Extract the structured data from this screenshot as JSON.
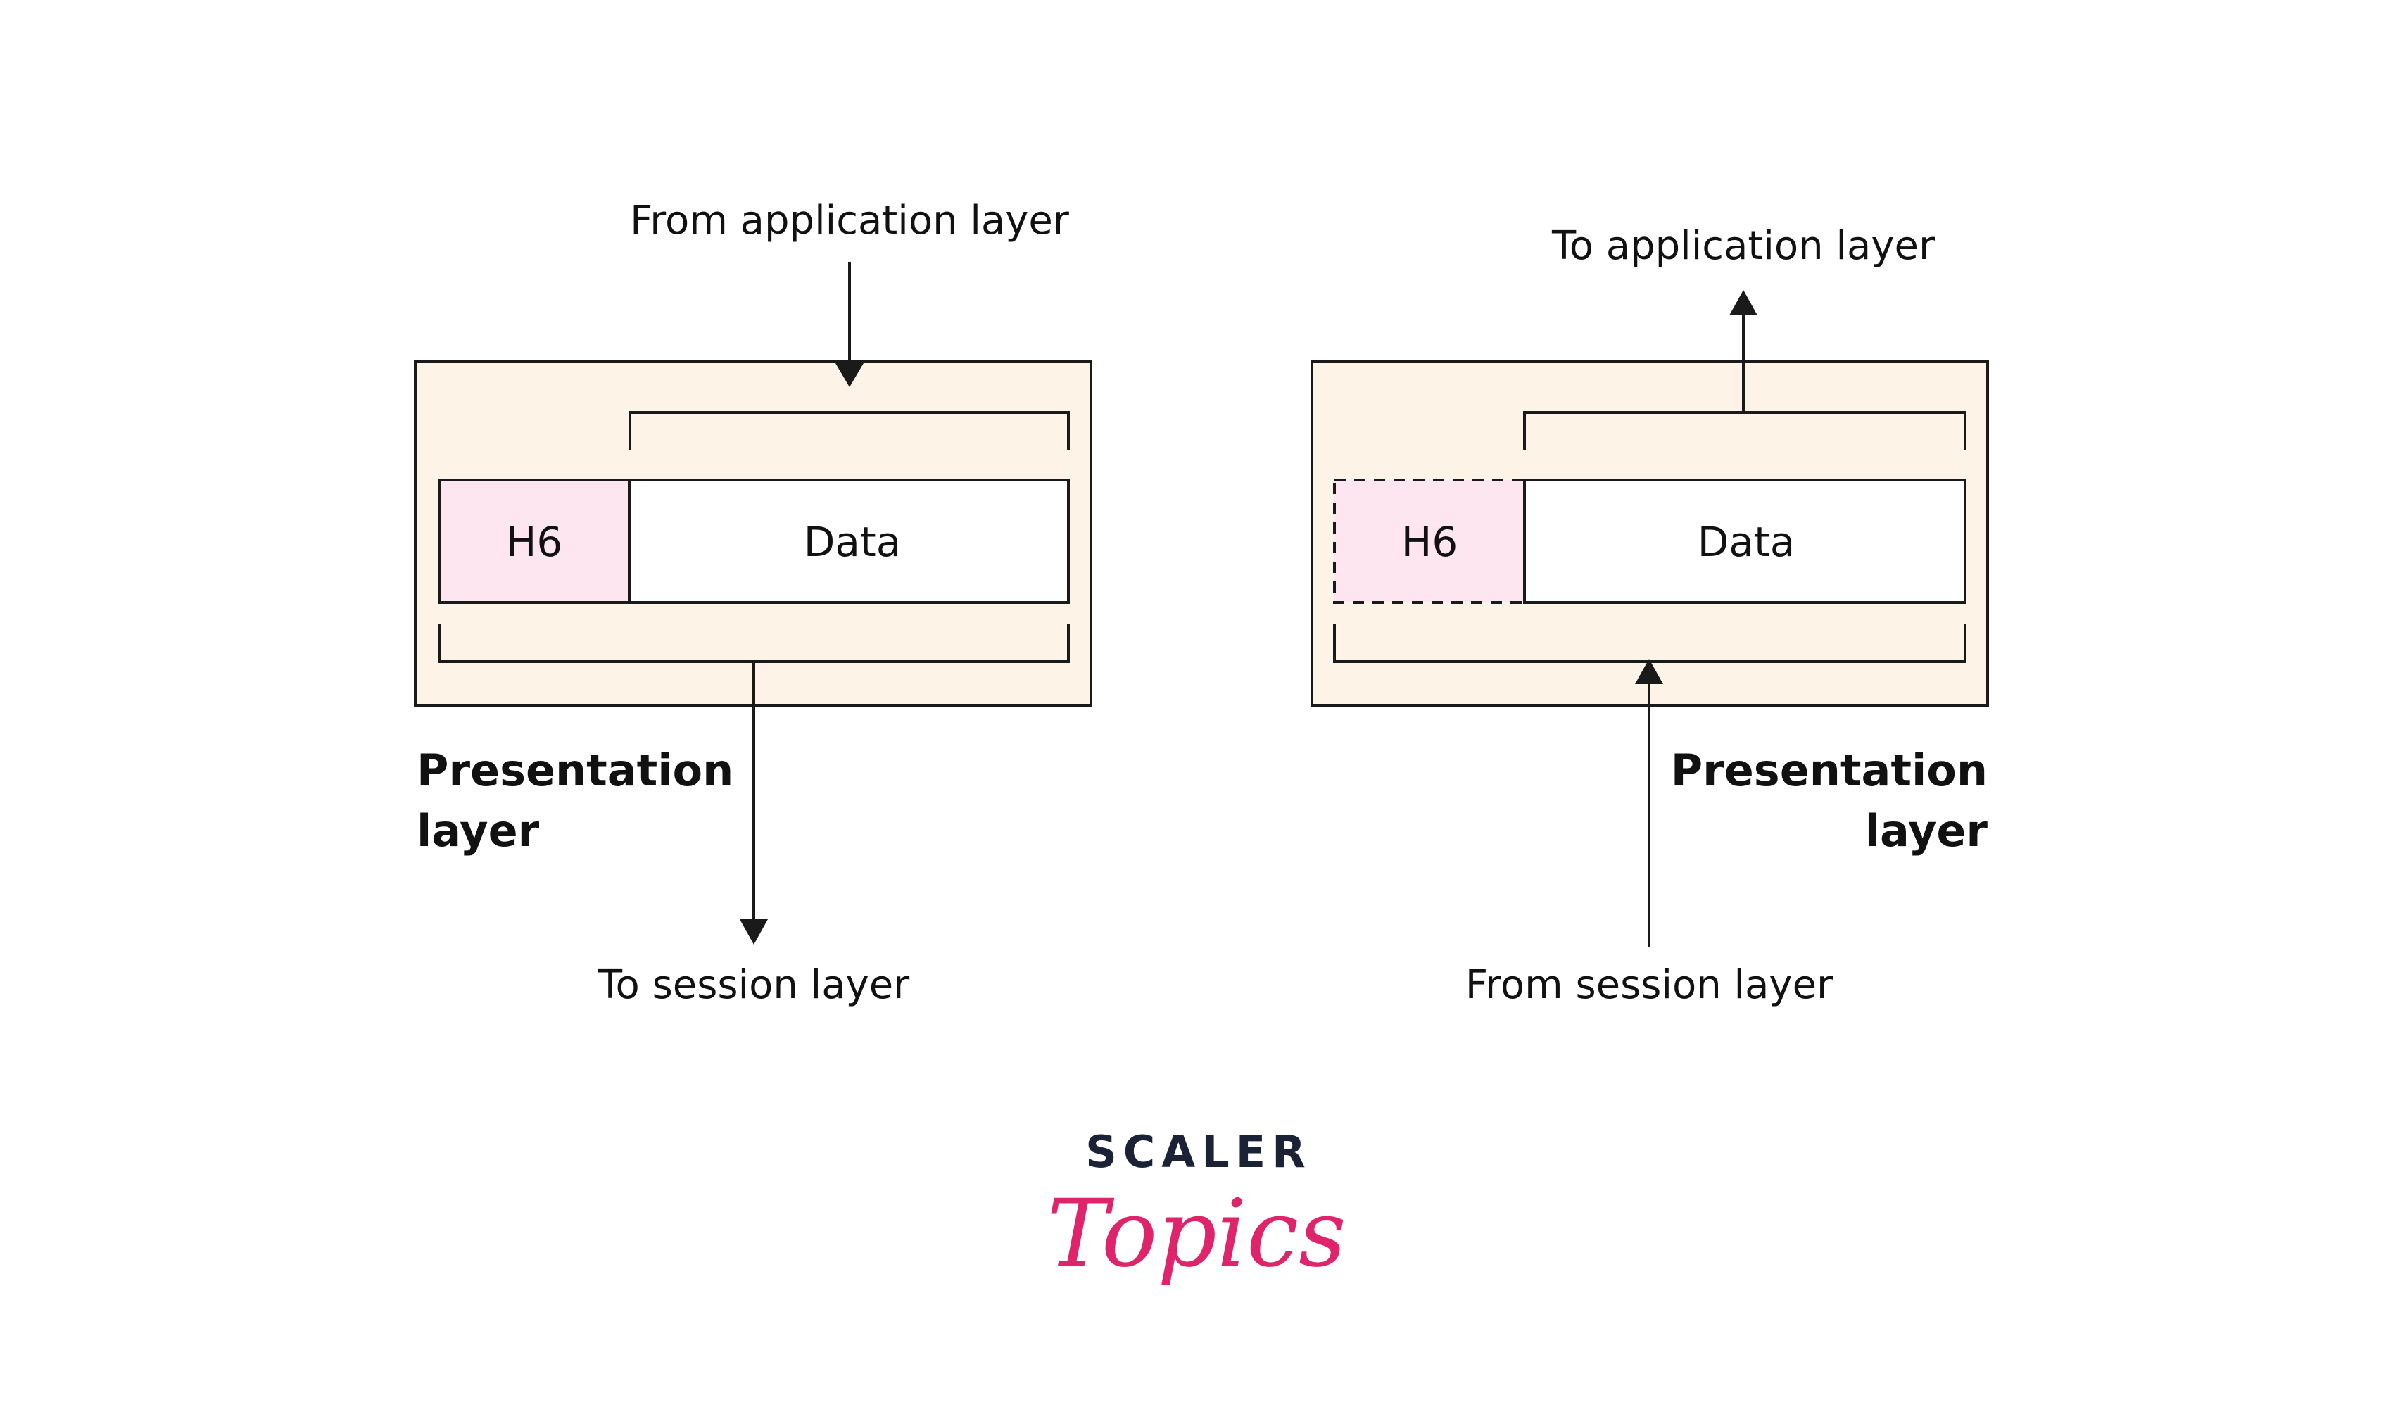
{
  "colors": {
    "panel_fill": "#fdf3e7",
    "header_fill": "#fde6f0",
    "stroke": "#1a1a1a",
    "logo_dark": "#1b2236",
    "logo_accent": "#e0246b"
  },
  "left": {
    "top_label": "From application layer",
    "header": "H6",
    "data": "Data",
    "layer_title_line1": "Presentation",
    "layer_title_line2": "layer",
    "bottom_label": "To session layer"
  },
  "right": {
    "top_label": "To application layer",
    "header": "H6",
    "data": "Data",
    "layer_title_line1": "Presentation",
    "layer_title_line2": "layer",
    "bottom_label": "From session layer"
  },
  "logo": {
    "top": "SCALER",
    "bottom": "Topics"
  }
}
